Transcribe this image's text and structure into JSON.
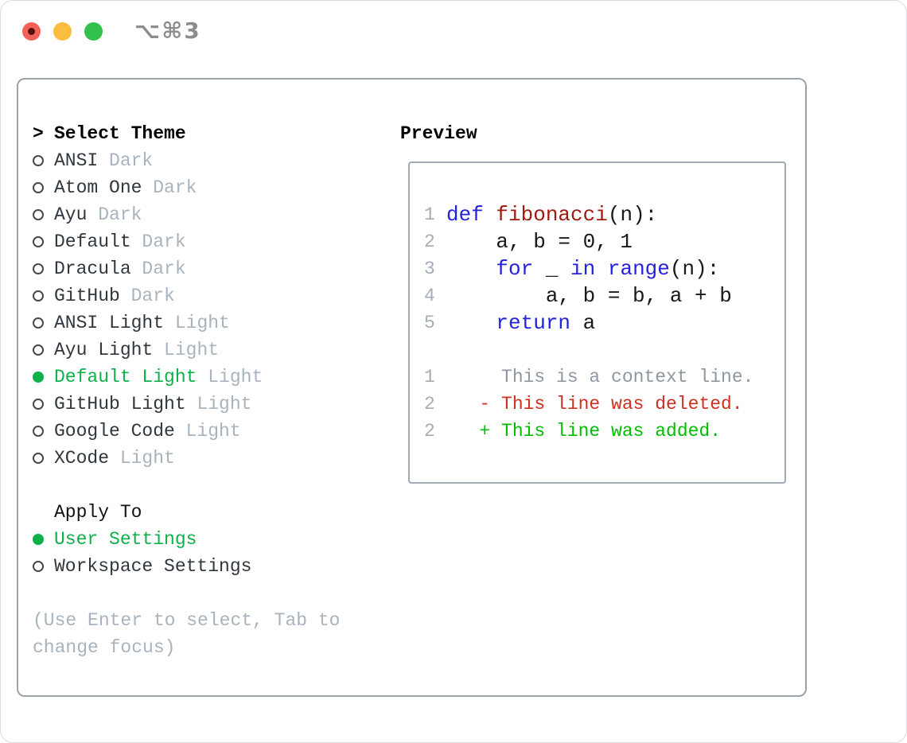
{
  "titlebar": {
    "shortcut": "⌥⌘3"
  },
  "theme_panel": {
    "prompt": ">",
    "title": "Select Theme",
    "themes": [
      {
        "name": "ANSI",
        "variant": "Dark",
        "selected": false
      },
      {
        "name": "Atom One",
        "variant": "Dark",
        "selected": false
      },
      {
        "name": "Ayu",
        "variant": "Dark",
        "selected": false
      },
      {
        "name": "Default",
        "variant": "Dark",
        "selected": false
      },
      {
        "name": "Dracula",
        "variant": "Dark",
        "selected": false
      },
      {
        "name": "GitHub",
        "variant": "Dark",
        "selected": false
      },
      {
        "name": "ANSI Light",
        "variant": "Light",
        "selected": false
      },
      {
        "name": "Ayu Light",
        "variant": "Light",
        "selected": false
      },
      {
        "name": "Default Light",
        "variant": "Light",
        "selected": true
      },
      {
        "name": "GitHub Light",
        "variant": "Light",
        "selected": false
      },
      {
        "name": "Google Code",
        "variant": "Light",
        "selected": false
      },
      {
        "name": "XCode",
        "variant": "Light",
        "selected": false
      }
    ],
    "apply_to": {
      "title": "Apply To",
      "options": [
        {
          "label": "User Settings",
          "selected": true
        },
        {
          "label": "Workspace Settings",
          "selected": false
        }
      ]
    },
    "hint": "(Use Enter to select, Tab to change focus)"
  },
  "preview": {
    "title": "Preview",
    "code_lines": [
      {
        "number": "1",
        "tokens": [
          {
            "t": "def",
            "c": "keyword"
          },
          {
            "t": " "
          },
          {
            "t": "fibonacci",
            "c": "function"
          },
          {
            "t": "(n):"
          }
        ]
      },
      {
        "number": "2",
        "tokens": [
          {
            "t": "    a, b = 0, 1"
          }
        ]
      },
      {
        "number": "3",
        "tokens": [
          {
            "t": "    "
          },
          {
            "t": "for",
            "c": "keyword"
          },
          {
            "t": " _ "
          },
          {
            "t": "in",
            "c": "keyword"
          },
          {
            "t": " "
          },
          {
            "t": "range",
            "c": "keyword"
          },
          {
            "t": "(n):"
          }
        ]
      },
      {
        "number": "4",
        "tokens": [
          {
            "t": "        a, b = b, a + b"
          }
        ]
      },
      {
        "number": "5",
        "tokens": [
          {
            "t": "    "
          },
          {
            "t": "return",
            "c": "keyword"
          },
          {
            "t": " a"
          }
        ]
      }
    ],
    "diff_lines": [
      {
        "number": "1",
        "marker": " ",
        "text": "This is a context line.",
        "type": "context"
      },
      {
        "number": "2",
        "marker": "-",
        "text": "This line was deleted.",
        "type": "deleted"
      },
      {
        "number": "2",
        "marker": "+",
        "text": "This line was added.",
        "type": "added"
      }
    ]
  },
  "colors": {
    "accent_green": "#0db14a",
    "keyword_blue": "#2323dc",
    "function_red": "#a01a12",
    "plain_code": "#17191c",
    "added_green": "#00bd00",
    "deleted_red": "#d03020",
    "context_gray": "#8f98a0",
    "muted_gray": "#a9b3bd",
    "traffic_close": "#f4605a",
    "traffic_close_dot": "#561010",
    "traffic_minimize": "#fbbd3f",
    "traffic_maximize": "#33c14d"
  }
}
